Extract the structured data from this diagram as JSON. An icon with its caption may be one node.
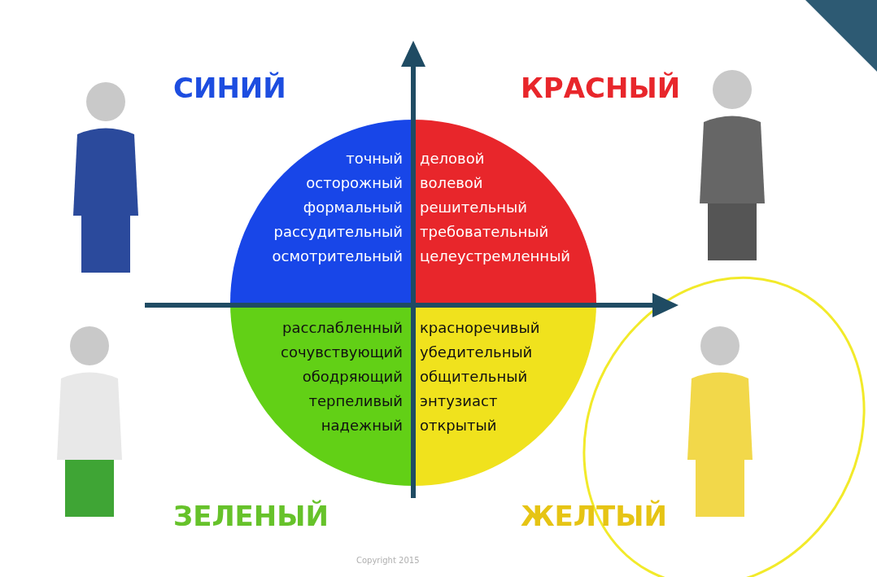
{
  "diagram": {
    "nodes": [
      {
        "text": [
          "точный",
          "осторожный",
          "формальный",
          "рассудительный",
          "осмотрительный"
        ]
      },
      {
        "text": [
          "деловой",
          "волевой",
          "решительный",
          "требовательный",
          "целеустремленный"
        ]
      },
      {
        "text": [
          "расслабленный",
          "сочувствующий",
          "ободряющий",
          "терпеливый",
          "надежный"
        ]
      },
      {
        "text": [
          "красноречивый",
          "убедительный",
          "общительный",
          "энтузиаст",
          "открытый"
        ]
      }
    ],
    "labels": [
      "СИНИЙ",
      "КРАСНЫЙ",
      "ЗЕЛЕНЫЙ",
      "ЖЕЛТЫЙ",
      "Copyright 2015"
    ]
  }
}
